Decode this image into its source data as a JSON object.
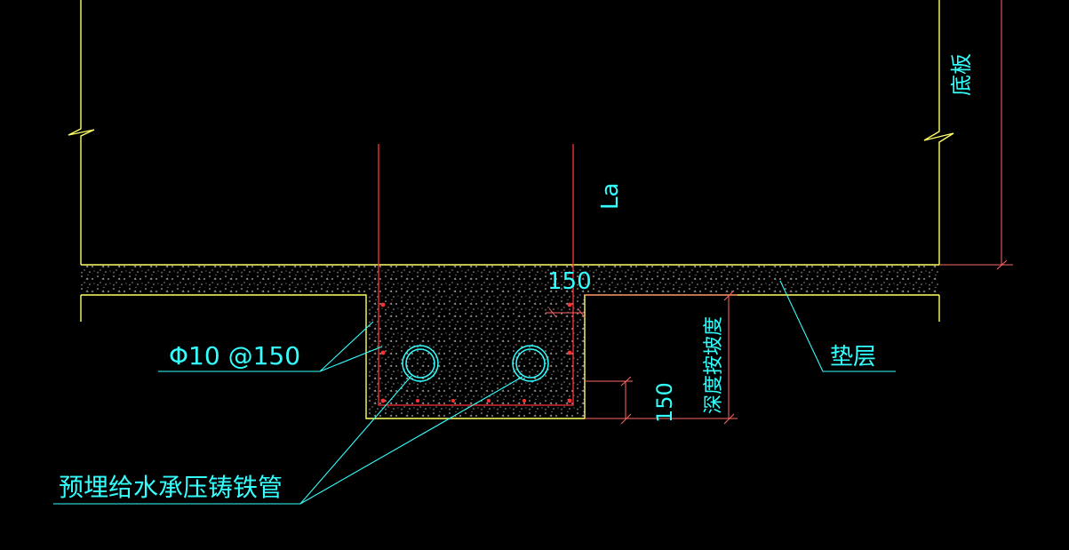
{
  "drawing": {
    "labels": {
      "bottom_slab": "底板",
      "anchorage_length": "La",
      "rebar_spec": "Φ10 @150",
      "dim_top": "150",
      "cushion_layer": "垫层",
      "depth_spec": "深度按坡度",
      "dim_bottom": "150",
      "embedded_pipe": "预埋给水承压铸铁管"
    },
    "colors": {
      "background": "#000000",
      "outline": "#ffff66",
      "rebar": "#ff3333",
      "annotation": "#33ffff",
      "dimension": "#ff6666",
      "hatch": "#cccccc"
    }
  }
}
